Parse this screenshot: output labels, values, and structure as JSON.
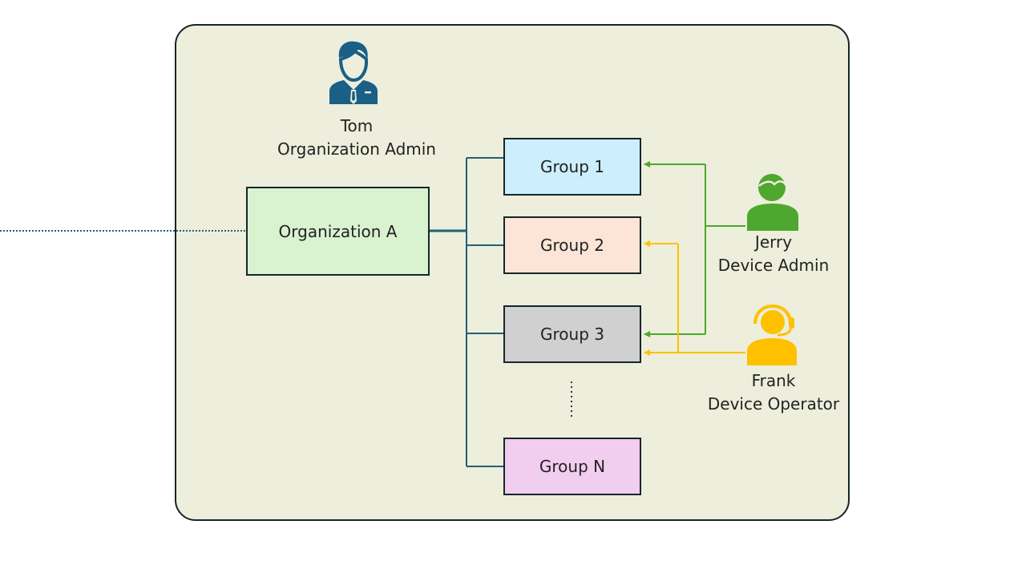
{
  "organization": {
    "label": "Organization A",
    "color": "#d9f2d0"
  },
  "groups": [
    {
      "label": "Group 1",
      "color": "#cdeefc"
    },
    {
      "label": "Group 2",
      "color": "#fce4d6"
    },
    {
      "label": "Group 3",
      "color": "#d0d0d0"
    },
    {
      "label": "Group N",
      "color": "#f1cdef"
    }
  ],
  "ellipsis": "......",
  "people": {
    "tom": {
      "name": "Tom",
      "role": "Organization Admin",
      "color": "#1a5f85",
      "icon": "businessman-icon"
    },
    "jerry": {
      "name": "Jerry",
      "role": "Device Admin",
      "color": "#4ea72e",
      "icon": "user-icon",
      "manages": [
        "Group 1",
        "Group 3"
      ]
    },
    "frank": {
      "name": "Frank",
      "role": "Device Operator",
      "color": "#ffc000",
      "icon": "headset-operator-icon",
      "manages": [
        "Group 2",
        "Group 3"
      ]
    }
  },
  "colors": {
    "tree_line": "#215f7a",
    "frame_bg": "#edeedb",
    "frame_border": "#14262a"
  }
}
